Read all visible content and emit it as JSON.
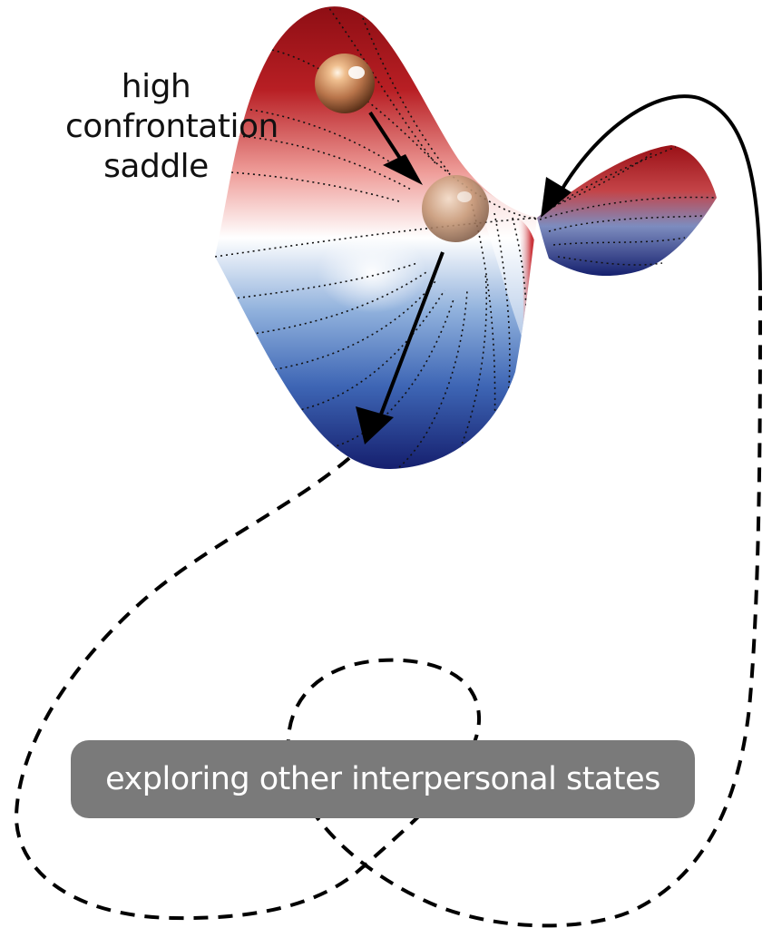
{
  "labels": {
    "saddle_line1": "high",
    "saddle_line2": "confrontation",
    "saddle_line3": "saddle",
    "states": "exploring other interpersonal states"
  },
  "colors": {
    "high_region": "#a3141a",
    "low_region": "#1b2f86",
    "mid_region": "#ffffff",
    "ball": "#c98a5a",
    "label_box": "#7a7a7a",
    "arrow": "#000000"
  },
  "icons": {
    "top_ball": "sphere-icon",
    "middle_ball": "sphere-icon"
  }
}
